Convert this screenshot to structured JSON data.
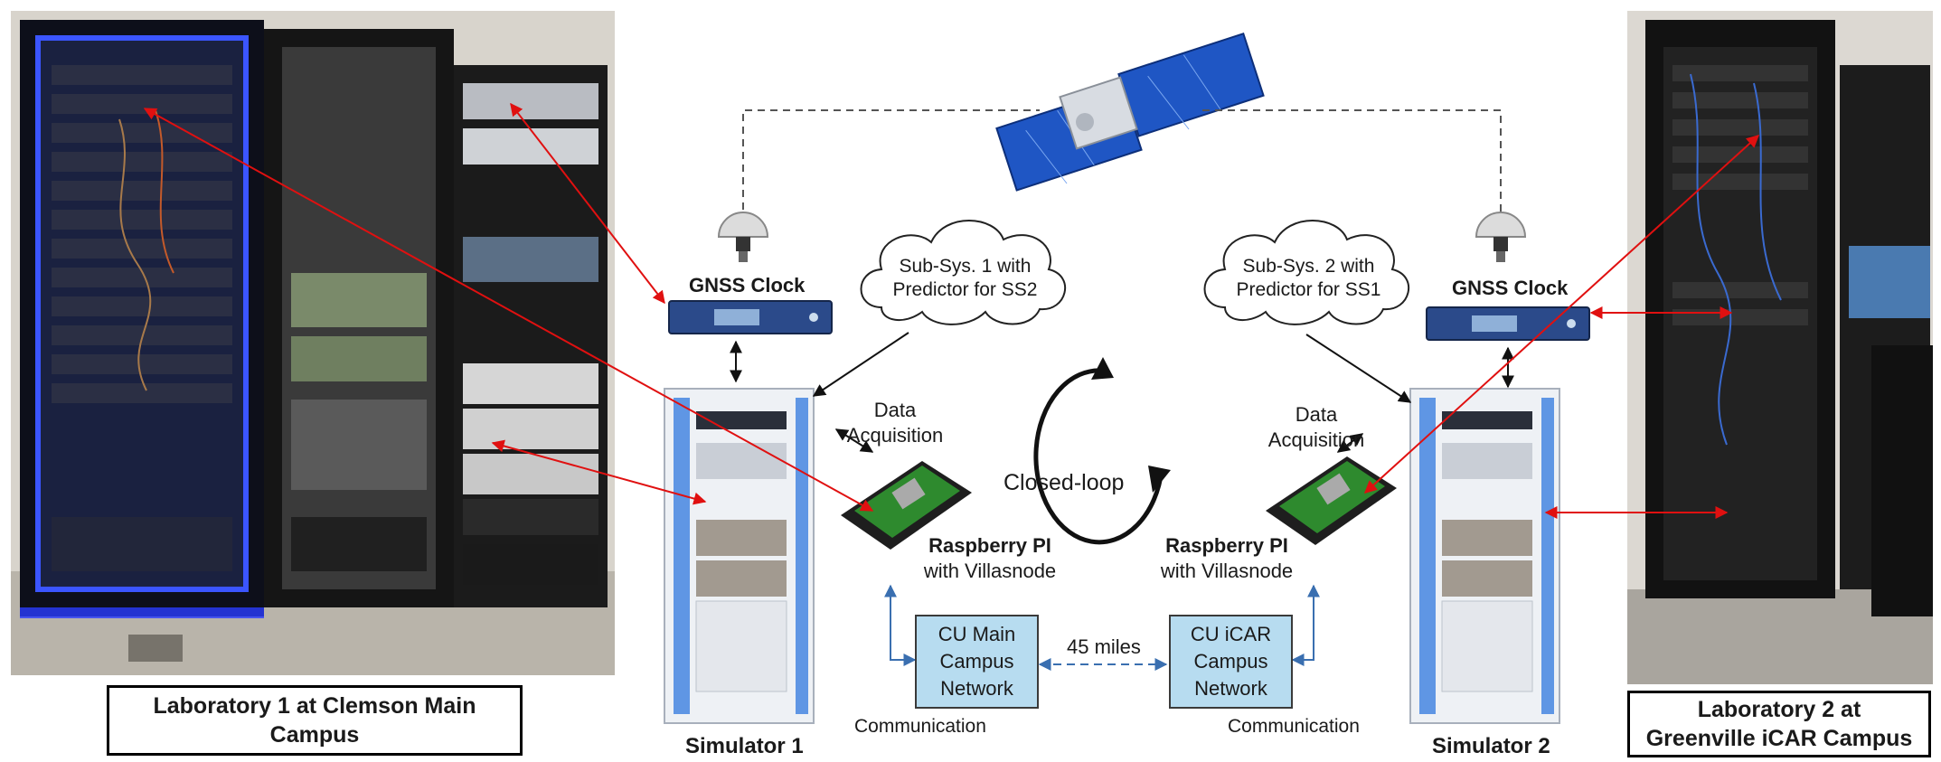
{
  "lab1": {
    "caption_line1": "Laboratory 1 at Clemson Main",
    "caption_line2": "Campus"
  },
  "lab2": {
    "caption_line1": "Laboratory 2 at",
    "caption_line2": "Greenville iCAR Campus"
  },
  "gnss1": {
    "label": "GNSS Clock"
  },
  "gnss2": {
    "label": "GNSS Clock"
  },
  "cloud1": {
    "line1": "Sub-Sys. 1 with",
    "line2": "Predictor for SS2"
  },
  "cloud2": {
    "line1": "Sub-Sys. 2 with",
    "line2": "Predictor for SS1"
  },
  "daq1": {
    "line1": "Data",
    "line2": "Acquisition"
  },
  "daq2": {
    "line1": "Data",
    "line2": "Acquisition"
  },
  "closed_loop": "Closed-loop",
  "rpi1": {
    "line1": "Raspberry PI",
    "line2": "with Villasnode"
  },
  "rpi2": {
    "line1": "Raspberry PI",
    "line2": "with Villasnode"
  },
  "net1": {
    "line1": "CU Main",
    "line2": "Campus",
    "line3": "Network"
  },
  "net2": {
    "line1": "CU iCAR",
    "line2": "Campus",
    "line3": "Network"
  },
  "distance": "45 miles",
  "comm1": "Communication",
  "comm2": "Communication",
  "sim1": "Simulator 1",
  "sim2": "Simulator 2",
  "colors": {
    "arrow_red": "#e01010",
    "network_fill": "#b7dcf0",
    "link_blue": "#3a6fb0"
  }
}
